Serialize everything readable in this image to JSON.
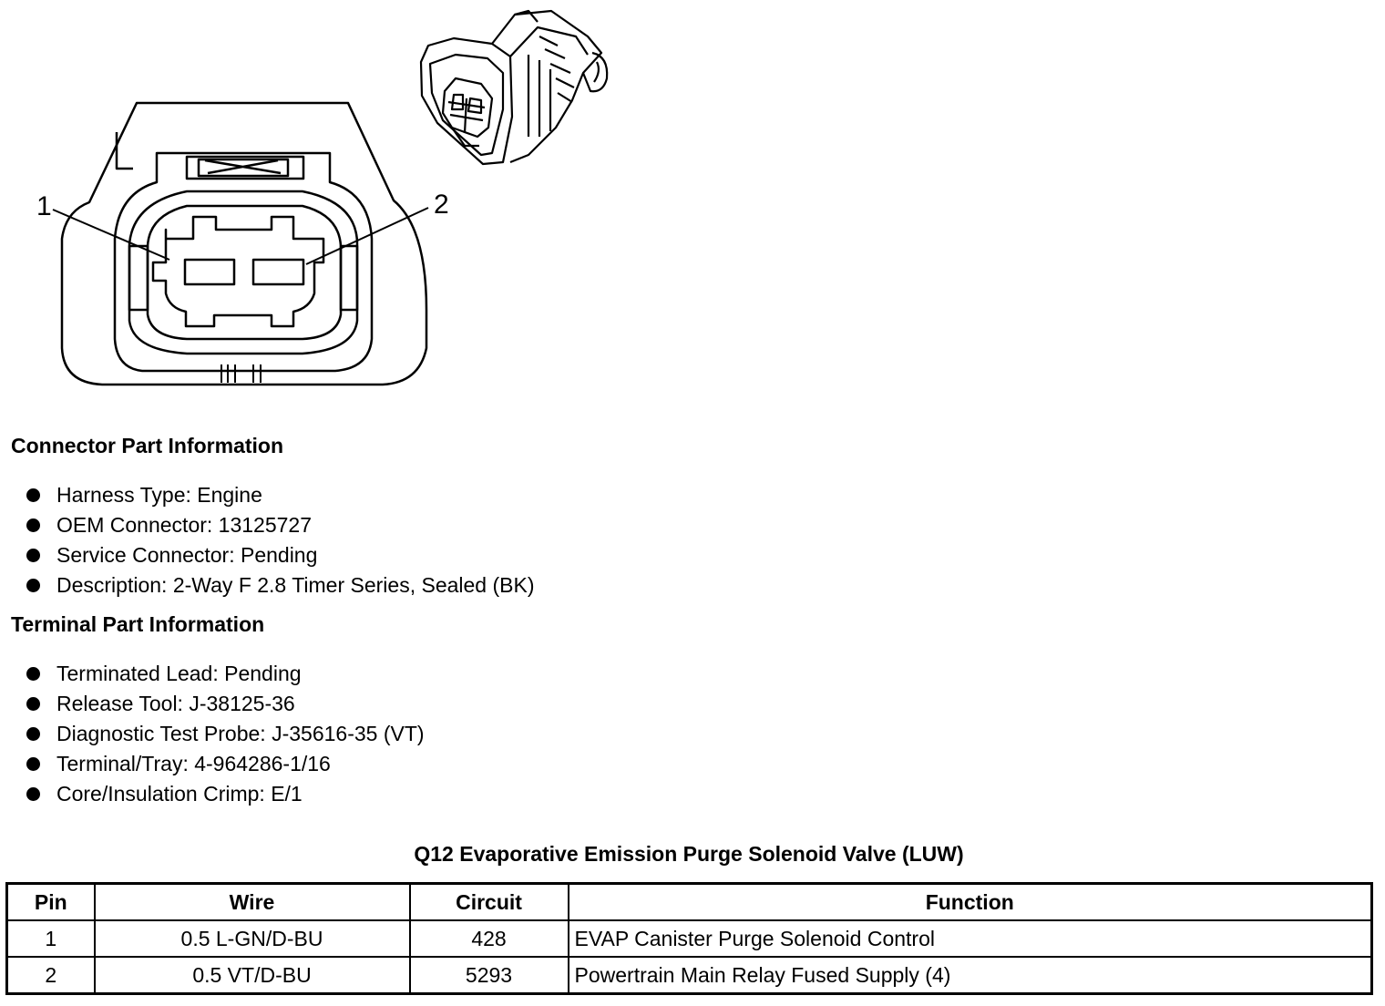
{
  "diagram": {
    "pin_labels": [
      "1",
      "2"
    ]
  },
  "connector_info": {
    "heading": "Connector Part Information",
    "items": [
      "Harness Type: Engine",
      "OEM Connector: 13125727",
      "Service Connector: Pending",
      "Description: 2-Way F 2.8 Timer Series, Sealed (BK)"
    ]
  },
  "terminal_info": {
    "heading": "Terminal Part Information",
    "items": [
      "Terminated Lead: Pending",
      "Release Tool: J-38125-36",
      "Diagnostic Test Probe: J-35616-35 (VT)",
      "Terminal/Tray: 4-964286-1/16",
      "Core/Insulation Crimp: E/1"
    ]
  },
  "pin_table": {
    "title": "Q12 Evaporative Emission Purge Solenoid Valve (LUW)",
    "headers": [
      "Pin",
      "Wire",
      "Circuit",
      "Function"
    ],
    "rows": [
      [
        "1",
        "0.5 L-GN/D-BU",
        "428",
        "EVAP Canister Purge Solenoid Control"
      ],
      [
        "2",
        "0.5 VT/D-BU",
        "5293",
        "Powertrain Main Relay Fused Supply (4)"
      ]
    ]
  }
}
